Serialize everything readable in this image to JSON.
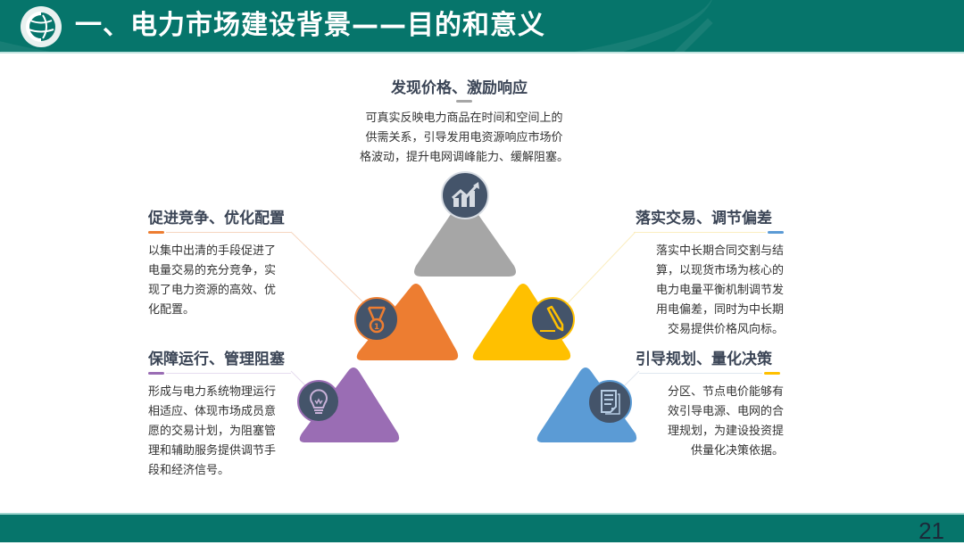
{
  "header": {
    "title": "一、电力市场建设背景——目的和意义",
    "logo": "state-grid-logo"
  },
  "colors": {
    "brand_green": "#06756b",
    "gray": "#a6a6a6",
    "orange": "#ed7d31",
    "yellow": "#ffc000",
    "purple": "#9a6db4",
    "blue": "#5b9bd5",
    "icon_circle": "#44546a"
  },
  "blocks": {
    "top": {
      "title": "发现价格、激励响应",
      "lines": [
        "可真实反映电力商品在时间和空间上的",
        "供需关系，引导发用电资源响应市场价",
        "格波动，提升电网调峰能力、缓解阻塞。"
      ],
      "icon": "chart-growth-icon"
    },
    "left_upper": {
      "title": "促进竞争、优化配置",
      "lines": [
        "以集中出清的手段促进了",
        "电量交易的充分竞争，实",
        "现了电力资源的高效、优",
        "化配置。"
      ],
      "icon": "medal-icon"
    },
    "left_lower": {
      "title": "保障运行、管理阻塞",
      "lines": [
        "形成与电力系统物理运行",
        "相适应、体现市场成员意",
        "愿的交易计划，为阻塞管",
        "理和辅助服务提供调节手",
        "段和经济信号。"
      ],
      "icon": "lightbulb-icon"
    },
    "right_upper": {
      "title": "落实交易、调节偏差",
      "lines": [
        "落实中长期合同交割与结",
        "算，以现货市场为核心的",
        "电力电量平衡机制调节发",
        "用电偏差，同时为中长期",
        "交易提供价格风向标。"
      ],
      "icon": "pencil-icon"
    },
    "right_lower": {
      "title": "引导规划、量化决策",
      "lines": [
        "分区、节点电价能够有",
        "效引导电源、电网的合",
        "理规划，为建设投资提",
        "供量化决策依据。"
      ],
      "icon": "document-icon"
    }
  },
  "footer": {
    "page_number": "21"
  }
}
